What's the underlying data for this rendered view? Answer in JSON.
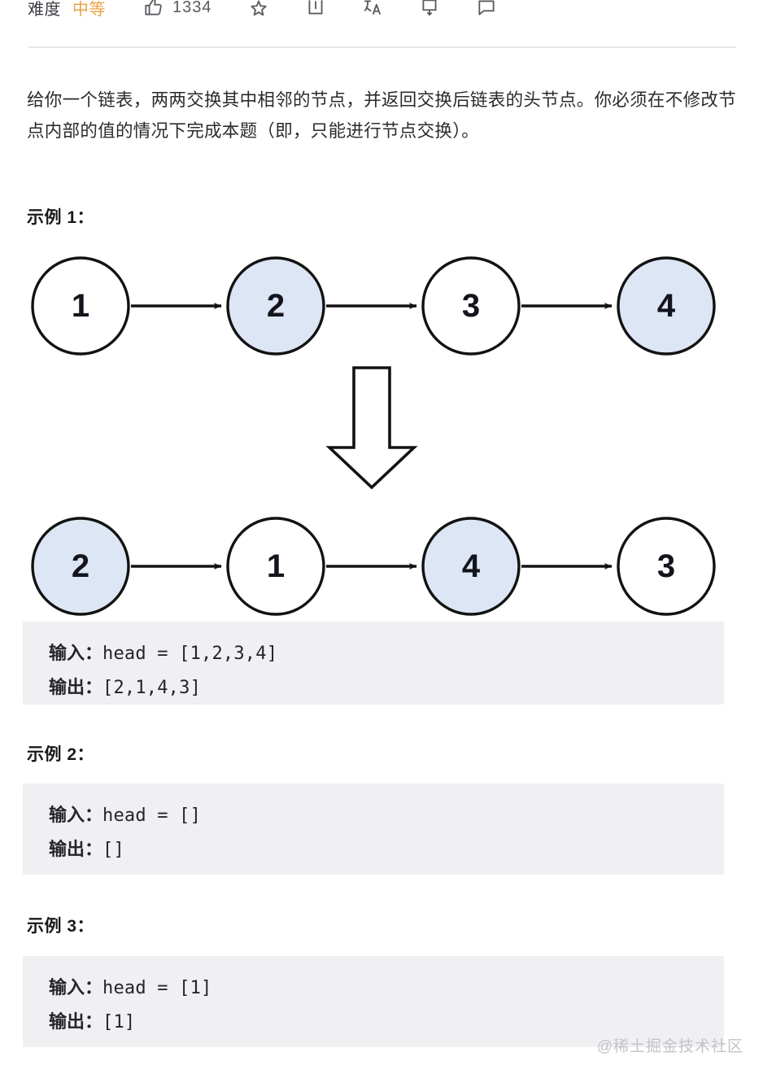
{
  "topbar": {
    "difficulty_label": "难度",
    "difficulty_value": "中等",
    "like_count": "1334",
    "icons": [
      {
        "name": "thumbs-up-icon",
        "title": "点赞"
      },
      {
        "name": "star-icon",
        "title": "收藏"
      },
      {
        "name": "share-icon",
        "title": "分享"
      },
      {
        "name": "translate-icon",
        "title": "文A"
      },
      {
        "name": "bookmark-icon",
        "title": "笔记"
      },
      {
        "name": "comment-icon",
        "title": "讨论"
      }
    ]
  },
  "description": "给你一个链表，两两交换其中相邻的节点，并返回交换后链表的头节点。你必须在不修改节点内部的值的情况下完成本题（即，只能进行节点交换）。",
  "examples": [
    {
      "heading": "示例 1：",
      "input_label": "输入：",
      "input_value": "head = [1,2,3,4]",
      "output_label": "输出：",
      "output_value": "[2,1,4,3]"
    },
    {
      "heading": "示例 2：",
      "input_label": "输入：",
      "input_value": "head = []",
      "output_label": "输出：",
      "output_value": "[]"
    },
    {
      "heading": "示例 3：",
      "input_label": "输入：",
      "input_value": "head = [1]",
      "output_label": "输出：",
      "output_value": "[1]"
    }
  ],
  "diagram": {
    "before_row": [
      {
        "value": "1",
        "highlight": false
      },
      {
        "value": "2",
        "highlight": true
      },
      {
        "value": "3",
        "highlight": false
      },
      {
        "value": "4",
        "highlight": true
      }
    ],
    "after_row": [
      {
        "value": "2",
        "highlight": true
      },
      {
        "value": "1",
        "highlight": false
      },
      {
        "value": "4",
        "highlight": true
      },
      {
        "value": "3",
        "highlight": false
      }
    ],
    "transform_arrow": "down-arrow"
  },
  "colors": {
    "node_highlight_fill": "#dce6f4",
    "node_plain_fill": "#ffffff",
    "node_stroke": "#121212",
    "difficulty_accent": "#eaa33f",
    "code_background": "#f0f0f2",
    "divider": "#e6e6e8",
    "watermark": "#c3c3c8"
  },
  "watermark": "@稀土掘金技术社区"
}
